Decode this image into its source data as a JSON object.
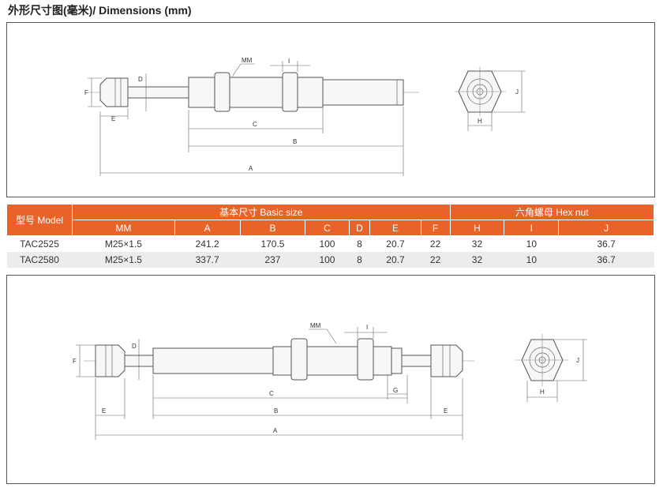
{
  "title": "外形尺寸图(毫米)/ Dimensions (mm)",
  "drawing1": {
    "labels": {
      "MM": "MM",
      "I": "I",
      "D": "D",
      "F": "F",
      "E": "E",
      "C": "C",
      "B": "B",
      "A": "A",
      "H": "H",
      "J": "J"
    }
  },
  "drawing2": {
    "labels": {
      "MM": "MM",
      "I": "I",
      "D": "D",
      "F": "F",
      "E": "E",
      "C": "C",
      "G": "G",
      "B": "B",
      "A": "A",
      "H": "H",
      "J": "J"
    }
  },
  "table": {
    "model_header": "型号 Model",
    "basic_header": "基本尺寸 Basic size",
    "hex_header": "六角螺母 Hex nut",
    "columns": [
      "MM",
      "A",
      "B",
      "C",
      "D",
      "E",
      "F",
      "H",
      "I",
      "J"
    ],
    "rows": [
      [
        "TAC2525",
        "M25×1.5",
        "241.2",
        "170.5",
        "100",
        "8",
        "20.7",
        "22",
        "32",
        "10",
        "36.7"
      ],
      [
        "TAC2580",
        "M25×1.5",
        "337.7",
        "237",
        "100",
        "8",
        "20.7",
        "22",
        "32",
        "10",
        "36.7"
      ]
    ]
  }
}
